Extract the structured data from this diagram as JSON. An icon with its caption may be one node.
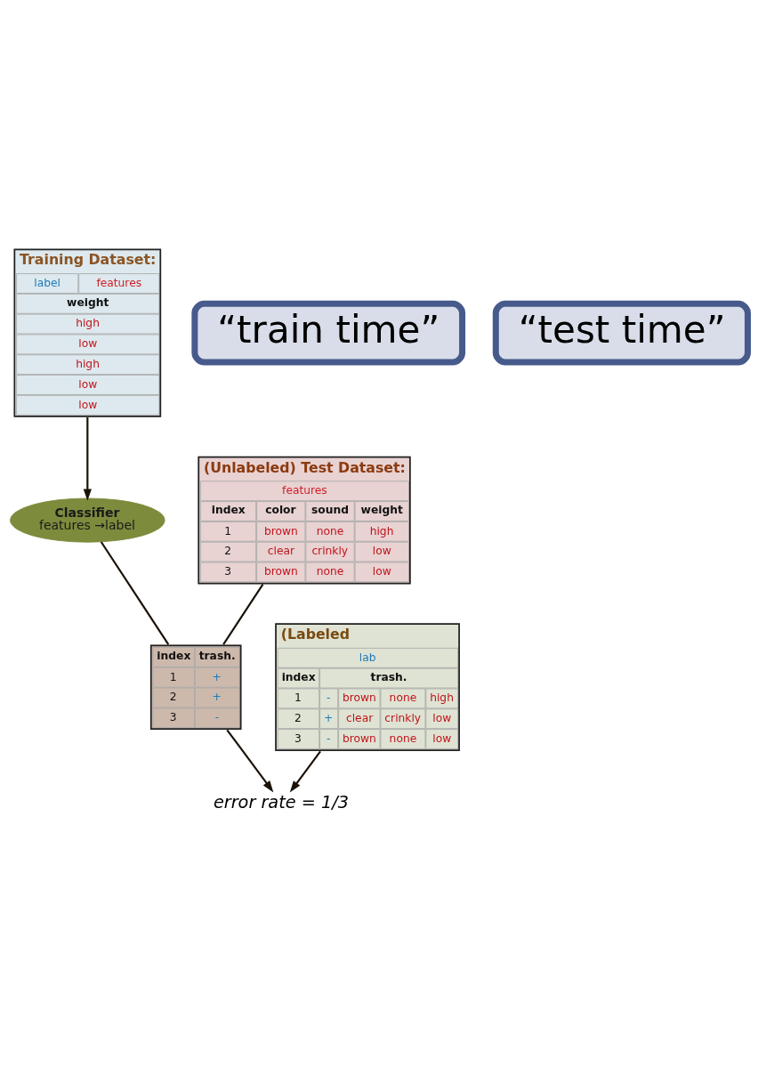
{
  "diagram": {
    "nodes": [
      {
        "text": [
          "Training Dataset:",
          "label",
          "features",
          "weight",
          "high",
          "low",
          "high",
          "low",
          "low"
        ]
      },
      {
        "text": [
          "“train time”"
        ]
      },
      {
        "text": [
          "(Unlabeled) Test Dataset:",
          "features",
          "index",
          "color",
          "sound",
          "weight",
          "1",
          "brown",
          "none",
          "high",
          "2",
          "clear",
          "crinkly",
          "low",
          "3",
          "brown",
          "none",
          "low"
        ]
      },
      {
        "text": [
          "Classifier",
          "features →label"
        ]
      },
      {
        "text": [
          "“test time”"
        ]
      },
      {
        "text": [
          "(Labeled",
          "lab",
          "index",
          "trash.",
          "1",
          "-",
          "brown",
          "none",
          "high",
          "2",
          "+",
          "clear",
          "crinkly",
          "low",
          "3",
          "-",
          "brown",
          "none",
          "low"
        ]
      },
      {
        "text": [
          "index",
          "trash.",
          "1",
          "+",
          "2",
          "+",
          "3",
          "-"
        ]
      },
      {
        "text": [
          "error rate = 1/3"
        ]
      }
    ],
    "edges": [
      {
        "from": 0,
        "to": 3,
        "arrow": "to"
      },
      {
        "from": 2,
        "to": 6,
        "arrow": "none"
      },
      {
        "from": 3,
        "to": 6,
        "arrow": "none"
      },
      {
        "from": 5,
        "to": 7,
        "arrow": "to"
      },
      {
        "from": 6,
        "to": 7,
        "arrow": "to"
      }
    ]
  }
}
